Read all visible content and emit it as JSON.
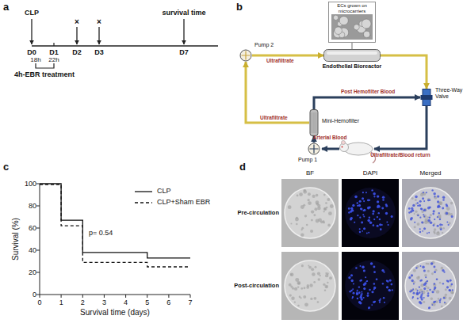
{
  "diagram": {
    "nodes": [
      {
        "text": [
          "ECs grown on microcarriers"
        ]
      },
      {
        "text": [
          "Pump 2"
        ]
      },
      {
        "text": [
          "Endothelial Bioreactor"
        ]
      },
      {
        "text": [
          "Three-Way Valve"
        ]
      },
      {
        "text": [
          "Mini-Hemofilter"
        ]
      },
      {
        "text": [
          "Pump 1"
        ]
      }
    ],
    "edges": [
      {
        "from": 0,
        "to": 2,
        "arrow": "none"
      },
      {
        "from": 4,
        "to": 1,
        "label": "Ultrafiltrate",
        "arrow": "to"
      },
      {
        "from": 1,
        "to": 2,
        "label": "Ultrafiltrate",
        "arrow": "to"
      },
      {
        "from": 2,
        "to": 3,
        "arrow": "to"
      },
      {
        "from": 4,
        "to": 3,
        "label": "Post Hemofilter Blood",
        "arrow": "to"
      },
      {
        "from": 5,
        "to": 4,
        "arrow": "to"
      }
    ],
    "labels": [
      "a",
      "CLP",
      "×",
      "×",
      "survival time",
      "D0",
      "D1",
      "D2",
      "D3",
      "D7",
      "18h",
      "22h",
      "4h-EBR treatment",
      "b",
      "Arterial Blood",
      "Ultrafiltrate/Blood return",
      "c",
      "100",
      "80",
      "60",
      "40",
      "20",
      "0",
      "0",
      "1",
      "2",
      "3",
      "4",
      "5",
      "6",
      "7",
      "Survival (%)",
      "Survival time (days)",
      "p= 0.54",
      "d",
      "BF",
      "DAPI",
      "Merged",
      "Pre-circulation",
      "Post-circulation"
    ],
    "legend": [
      {
        "text": "CLP"
      },
      {
        "text": "CLP+Sham EBR"
      }
    ]
  }
}
